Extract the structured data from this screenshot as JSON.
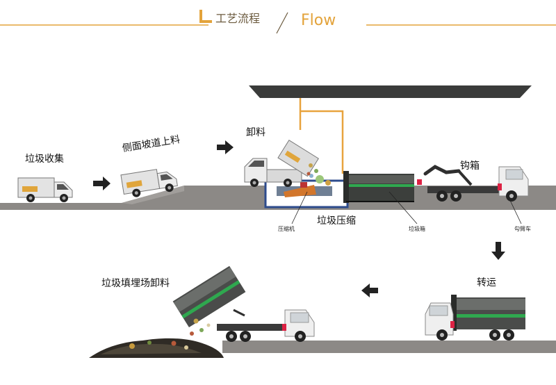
{
  "header": {
    "title_cn": "工艺流程",
    "title_en": "Flow",
    "accent_color": "#e3a33b"
  },
  "steps": [
    {
      "id": "collect",
      "label": "垃圾收集"
    },
    {
      "id": "ramp",
      "label": "侧面坡道上料"
    },
    {
      "id": "unload",
      "label": "卸料"
    },
    {
      "id": "hook",
      "label": "钩箱"
    },
    {
      "id": "compress",
      "label": "垃圾压缩"
    },
    {
      "id": "transfer",
      "label": "转运"
    },
    {
      "id": "landfill",
      "label": "垃圾填埋场卸料"
    }
  ],
  "part_labels": {
    "compactor": "压缩机",
    "container": "垃圾箱",
    "hook_truck": "勾臂车"
  },
  "colors": {
    "ground": "#8c8986",
    "canopy": "#3a3b3a",
    "container_green": "#1f7a2e",
    "pipe_orange": "#e8a33d",
    "arrow": "#222222"
  }
}
